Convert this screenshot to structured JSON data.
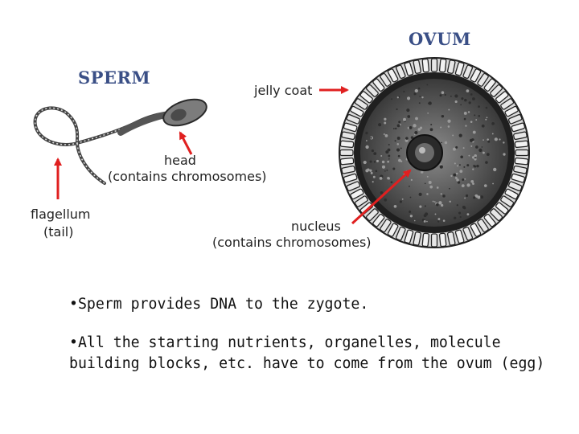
{
  "titles": {
    "ovum": "OVUM",
    "sperm": "SPERM"
  },
  "labels": {
    "jelly_coat": "jelly coat",
    "head_line1": "head",
    "head_line2": "(contains chromosomes)",
    "flagellum_line1": "flagellum",
    "flagellum_line2": "(tail)",
    "nucleus_line1": "nucleus",
    "nucleus_line2": "(contains chromosomes)"
  },
  "bullets": [
    "•Sperm provides DNA to the zygote.",
    "•All the starting nutrients, organelles, molecule building blocks, etc. have to come from the ovum (egg)"
  ],
  "colors": {
    "title": "#3a4f86",
    "arrow": "#e02020"
  }
}
